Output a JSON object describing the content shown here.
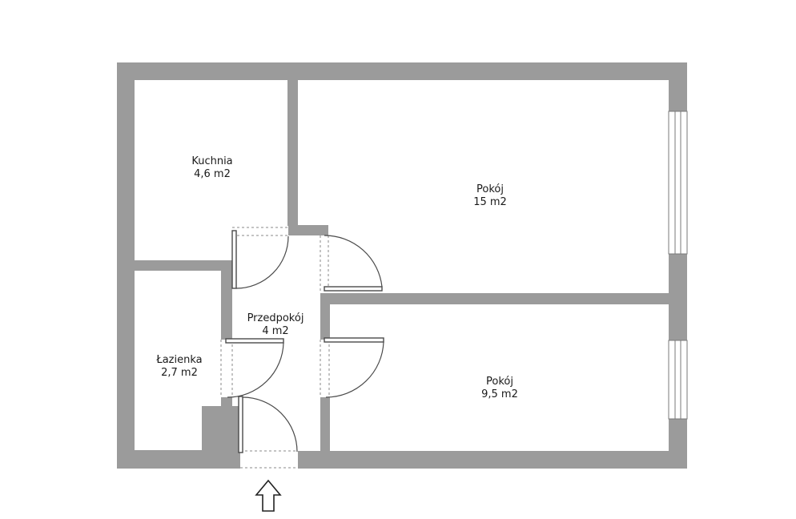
{
  "rooms": [
    {
      "id": "kitchen",
      "name": "Kuchnia",
      "area": "4,6 m2"
    },
    {
      "id": "room-large",
      "name": "Pokój",
      "area": "15 m2"
    },
    {
      "id": "hallway",
      "name": "Przedpokój",
      "area": "4 m2"
    },
    {
      "id": "bathroom",
      "name": "Łazienka",
      "area": "2,7 m2"
    },
    {
      "id": "room-small",
      "name": "Pokój",
      "area": "9,5 m2"
    }
  ],
  "entrance": {
    "icon": "entrance-arrow-icon"
  },
  "colors": {
    "wall": "#9b9b9b",
    "floor": "#ffffff",
    "text": "#1a1a1a"
  }
}
